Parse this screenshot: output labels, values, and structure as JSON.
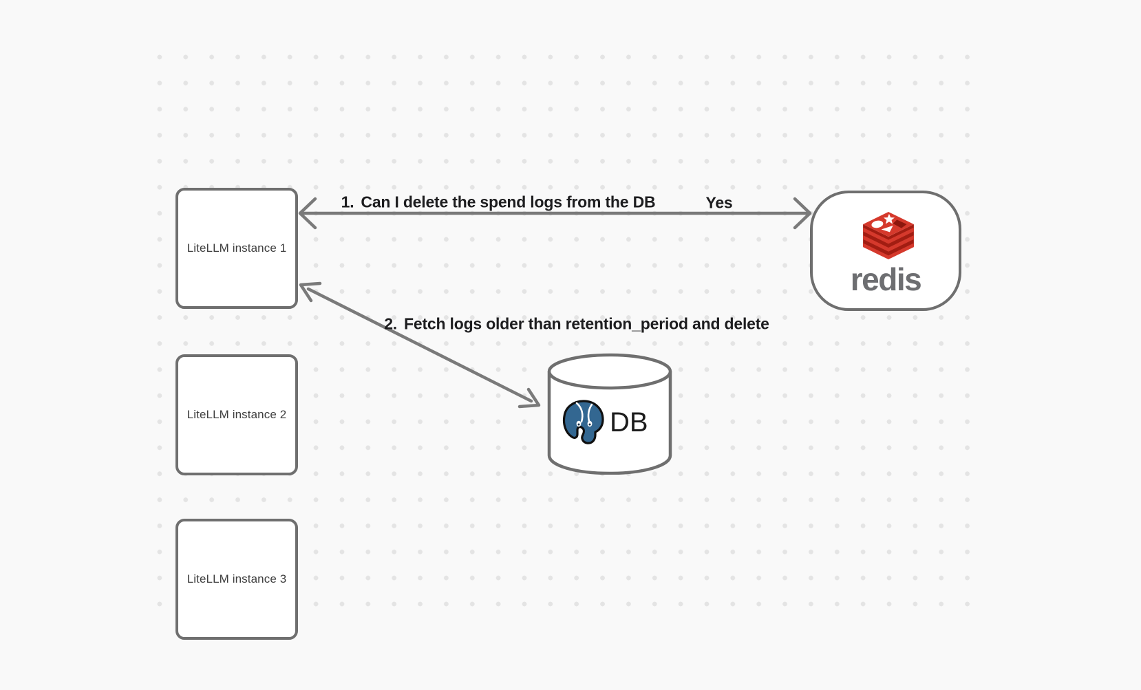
{
  "diagram": {
    "background": "#f9f9f9",
    "dot_color": "#e4e4e4",
    "node_stroke": "#6f6f6f",
    "arrow_color": "#7a7a7a",
    "instances": [
      {
        "label": "LiteLLM instance 1"
      },
      {
        "label": "LiteLLM instance 2"
      },
      {
        "label": "LiteLLM instance 3"
      }
    ],
    "redis_node": {
      "wordmark": "redis",
      "wordmark_color": "#6d6e71",
      "logo_red": "#d5392c",
      "logo_dark_red": "#a21d12"
    },
    "db_node": {
      "label": "DB",
      "postgres_blue": "#336791"
    },
    "messages": [
      {
        "number": "1.",
        "text": "Can I delete the spend logs from the DB",
        "reply": "Yes",
        "from": "LiteLLM instance 1",
        "to": "redis",
        "direction": "bidirectional"
      },
      {
        "number": "2.",
        "text": "Fetch logs older than retention_period and delete",
        "from": "LiteLLM instance 1",
        "to": "DB",
        "direction": "bidirectional"
      }
    ]
  }
}
